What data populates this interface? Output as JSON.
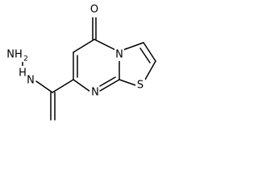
{
  "molecule": {
    "atoms": [
      {
        "id": "O1",
        "symbol": "O"
      },
      {
        "id": "N1",
        "symbol": "N"
      },
      {
        "id": "S1",
        "symbol": "S"
      },
      {
        "id": "N2",
        "symbol": "N"
      },
      {
        "id": "NH",
        "symbol": "N",
        "prefix": "H"
      },
      {
        "id": "NH2",
        "symbol": "NH",
        "subscript": "2"
      }
    ]
  }
}
